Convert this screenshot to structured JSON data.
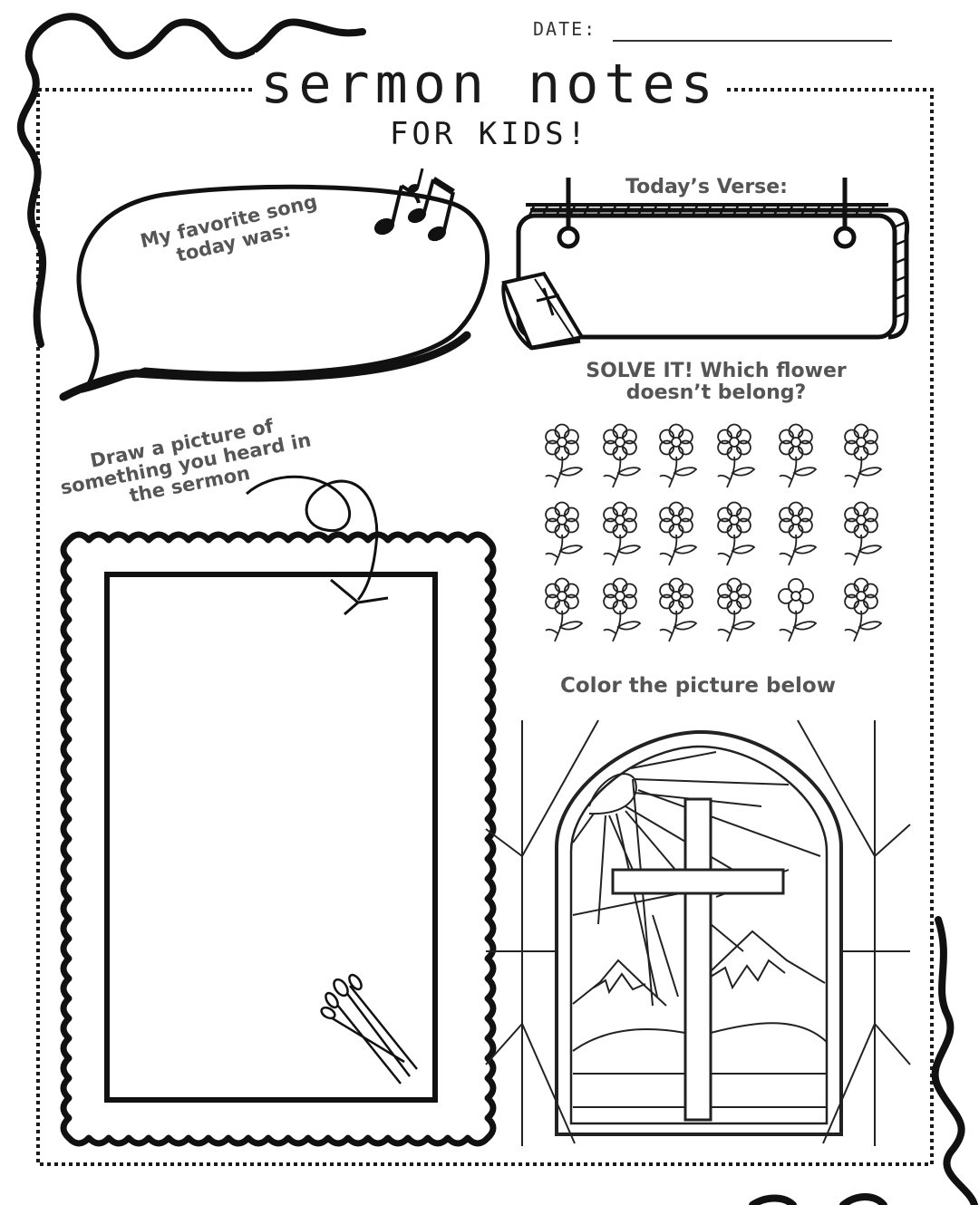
{
  "header": {
    "date_label": "DATE:",
    "title": "sermon notes",
    "subtitle": "FOR KIDS!"
  },
  "sections": {
    "song": {
      "label": "My favorite song today was:"
    },
    "verse": {
      "label": "Today’s Verse:"
    },
    "solve": {
      "label": "SOLVE IT! Which flower doesn’t belong?"
    },
    "draw": {
      "label": "Draw a picture of something you heard in the sermon"
    },
    "color": {
      "label": "Color the picture below"
    }
  },
  "icons": [
    "music-notes-icon",
    "bible-icon",
    "paintbrushes-icon",
    "flower-icon",
    "sun-icon",
    "cross-icon",
    "mountain-icon"
  ],
  "colors": {
    "ink": "#1a1a1a",
    "label_gray": "#555555",
    "paper": "#ffffff"
  }
}
